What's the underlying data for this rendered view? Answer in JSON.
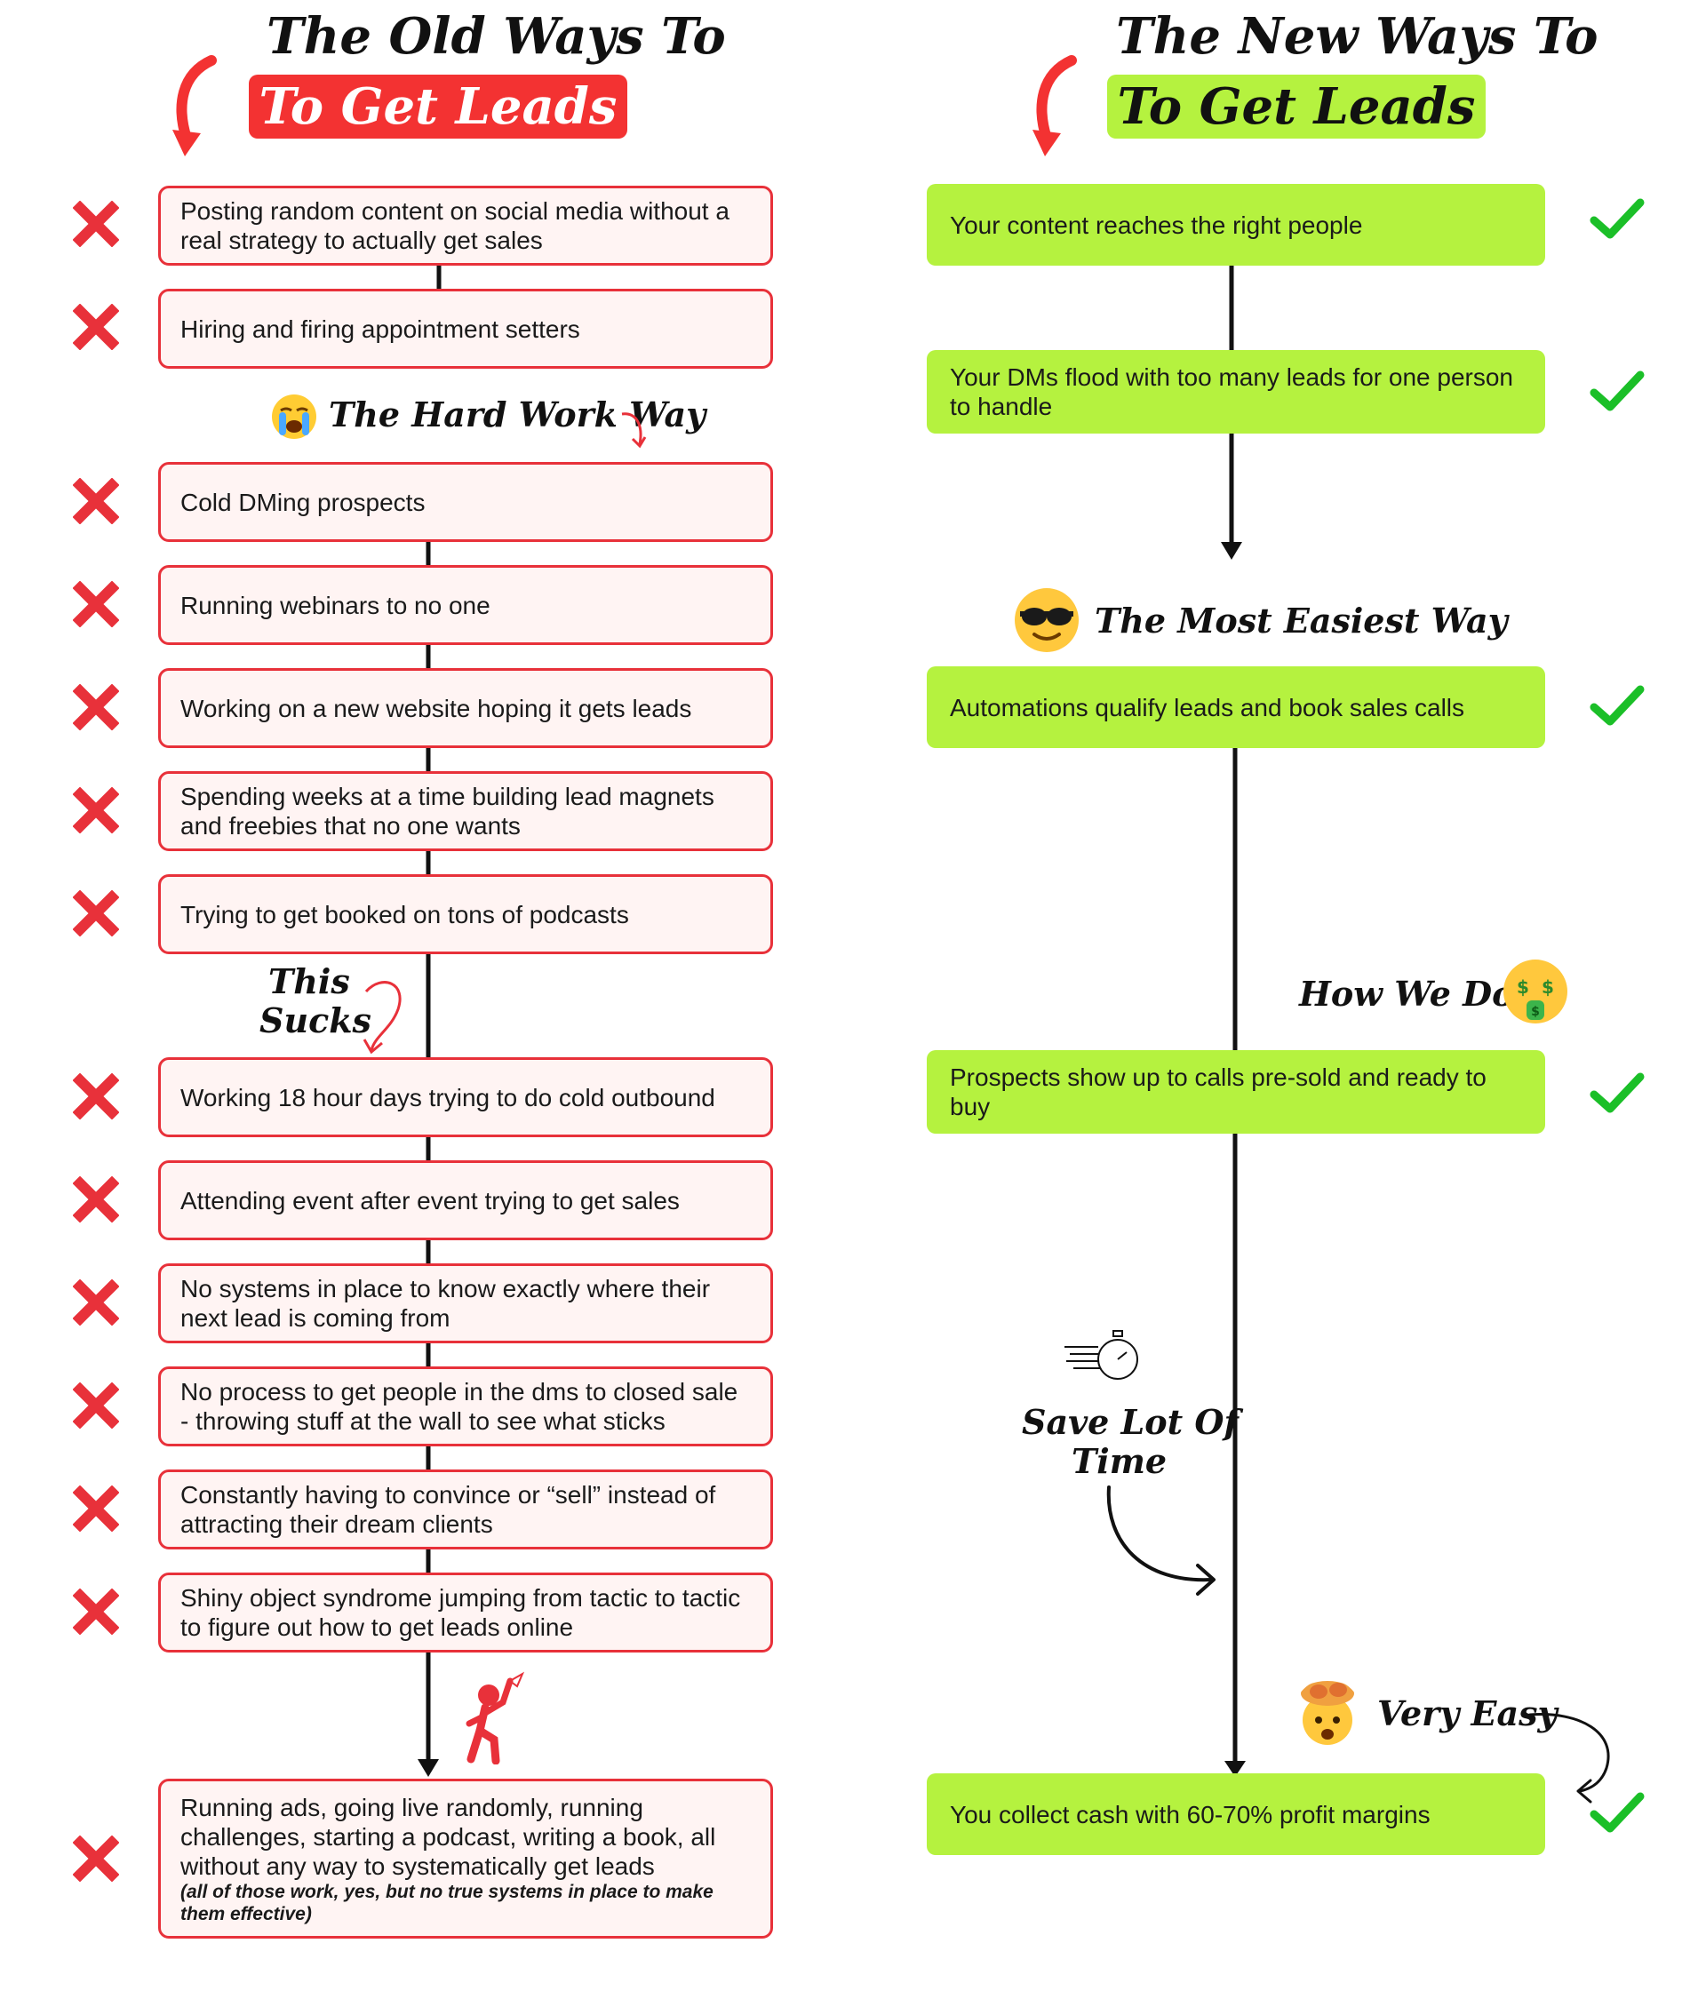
{
  "old_column": {
    "title_line1": "The Old Ways To",
    "title_line2": "To Get Leads",
    "accent_color": "#f33232",
    "section_label": "The Hard Work Way",
    "aside_line1": "This",
    "aside_line2": "Sucks",
    "items": [
      {
        "text": "Posting random content on social media without a real strategy to actually get sales"
      },
      {
        "text": "Hiring and firing appointment setters"
      },
      {
        "text": "Cold DMing prospects"
      },
      {
        "text": "Running webinars to no one"
      },
      {
        "text": "Working on a new website hoping it gets leads"
      },
      {
        "text": "Spending weeks at a time building lead magnets and freebies that no one wants"
      },
      {
        "text": "Trying to get booked on tons of podcasts"
      },
      {
        "text": "Working 18 hour days trying to do cold outbound"
      },
      {
        "text": "Attending event after event trying to get sales"
      },
      {
        "text": "No systems in place to know exactly where their next lead is coming from"
      },
      {
        "text": "No process to get people in the dms to closed sale - throwing stuff at the wall to see what sticks"
      },
      {
        "text": "Constantly having to convince or “sell” instead of attracting their dream clients"
      },
      {
        "text": "Shiny object syndrome jumping from tactic to tactic to figure out how to get leads online"
      },
      {
        "text": "Running ads, going live randomly, running challenges, starting a podcast, writing a book, all without any way to systematically get leads",
        "note": "(all of those work, yes, but no true systems in place to make them effective)"
      }
    ]
  },
  "new_column": {
    "title_line1": "The New Ways To",
    "title_line2": "To Get Leads",
    "accent_color": "#b5f23f",
    "section_label": "The Most Easiest Way",
    "how_label": "How We Do It",
    "time_line1": "Save Lot Of",
    "time_line2": "Time",
    "easy_label": "Very Easy",
    "items": [
      {
        "text": "Your content reaches the right people"
      },
      {
        "text": "Your DMs flood with too many leads for one person to handle"
      },
      {
        "text": "Automations qualify leads and book sales calls"
      },
      {
        "text": "Prospects show up to calls pre-sold and ready to buy"
      },
      {
        "text": "You collect cash with 60-70% profit margins"
      }
    ]
  },
  "icons": {
    "old_mark": "red-x-icon",
    "new_mark": "green-check-icon",
    "crying_face": "crying-face-emoji",
    "sunglasses_face": "sunglasses-face-emoji",
    "money_face": "money-mouth-face-emoji",
    "exploding_head": "exploding-head-emoji",
    "stopwatch": "stopwatch-icon",
    "frustrated_person": "frustrated-person-icon"
  }
}
